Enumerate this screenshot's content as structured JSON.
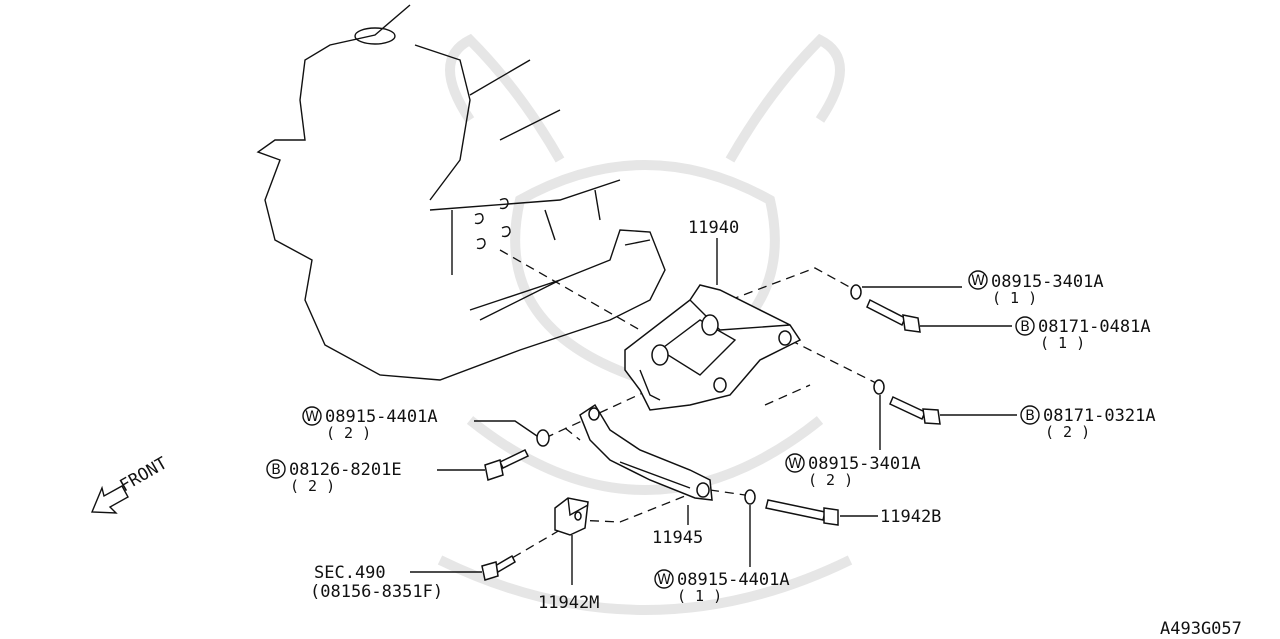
{
  "diagram": {
    "parts": {
      "bracket_main": "11940",
      "bracket_lower": "11945",
      "bolt_long": "11942B",
      "spacer_block": "11942M"
    },
    "fasteners": {
      "washer_upper": {
        "prefix": "W",
        "code": "08915-3401A",
        "qty": "( 1 )"
      },
      "bolt_upper": {
        "prefix": "B",
        "code": "08171-0481A",
        "qty": "( 1 )"
      },
      "bolt_mid": {
        "prefix": "B",
        "code": "08171-0321A",
        "qty": "( 2 )"
      },
      "washer_mid": {
        "prefix": "W",
        "code": "08915-3401A",
        "qty": "( 2 )"
      },
      "washer_left": {
        "prefix": "W",
        "code": "08915-4401A",
        "qty": "( 2 )"
      },
      "bolt_left": {
        "prefix": "B",
        "code": "08126-8201E",
        "qty": "( 2 )"
      },
      "washer_low": {
        "prefix": "W",
        "code": "08915-4401A",
        "qty": "( 1 )"
      }
    },
    "sec_ref": {
      "label": "SEC.490",
      "code": "(08156-8351F)"
    },
    "front_label": "FRONT",
    "drawing_id": "A493G057"
  }
}
